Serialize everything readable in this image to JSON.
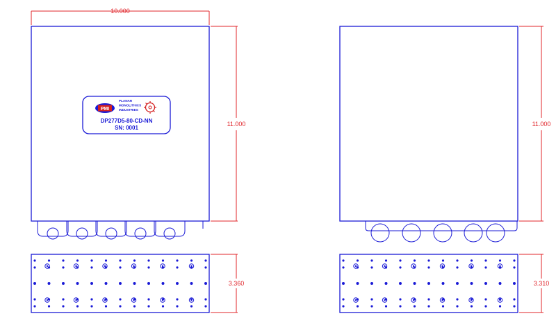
{
  "front_view": {
    "width_dim": "10.000",
    "height_dim": "11.000",
    "label": {
      "company_lines": [
        "PLANAR",
        "MONOLITHICS",
        "INDUSTRIES"
      ],
      "logo_text": "PMI",
      "part_number": "DP277D5-80-CD-NN",
      "serial": "SN: 0001"
    }
  },
  "back_view": {
    "height_dim": "11.000"
  },
  "front_bottom_view": {
    "height_dim": "3.360"
  },
  "back_bottom_view": {
    "height_dim": "3.310"
  },
  "colors": {
    "outline": "#1a1ad6",
    "dimension": "#e0242a",
    "logo_red": "#d42020"
  }
}
